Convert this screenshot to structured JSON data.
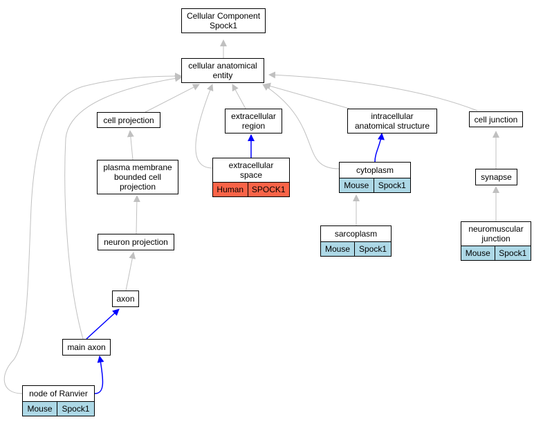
{
  "colors": {
    "edge_gray": "#c0c0c0",
    "edge_blue": "#0000ff",
    "mouse_fill": "#add8e6",
    "human_fill": "#fa6448"
  },
  "nodes": {
    "root": {
      "line1": "Cellular Component",
      "line2": "Spock1"
    },
    "cae": {
      "line1": "cellular anatomical",
      "line2": "entity"
    },
    "cell_projection": {
      "label": "cell projection"
    },
    "extracellular_region": {
      "line1": "extracellular",
      "line2": "region"
    },
    "intracellular": {
      "line1": "intracellular",
      "line2": "anatomical structure"
    },
    "cell_junction": {
      "label": "cell junction"
    },
    "pmbcp": {
      "line1": "plasma membrane",
      "line2": "bounded cell",
      "line3": "projection"
    },
    "extracellular_space": {
      "line1": "extracellular",
      "line2": "space",
      "species": "Human",
      "gene": "SPOCK1"
    },
    "cytoplasm": {
      "label": "cytoplasm",
      "species": "Mouse",
      "gene": "Spock1"
    },
    "synapse": {
      "label": "synapse"
    },
    "neuron_projection": {
      "label": "neuron projection"
    },
    "sarcoplasm": {
      "label": "sarcoplasm",
      "species": "Mouse",
      "gene": "Spock1"
    },
    "nmj": {
      "line1": "neuromuscular",
      "line2": "junction",
      "species": "Mouse",
      "gene": "Spock1"
    },
    "axon": {
      "label": "axon"
    },
    "main_axon": {
      "label": "main axon"
    },
    "node_of_ranvier": {
      "label": "node of Ranvier",
      "species": "Mouse",
      "gene": "Spock1"
    }
  }
}
